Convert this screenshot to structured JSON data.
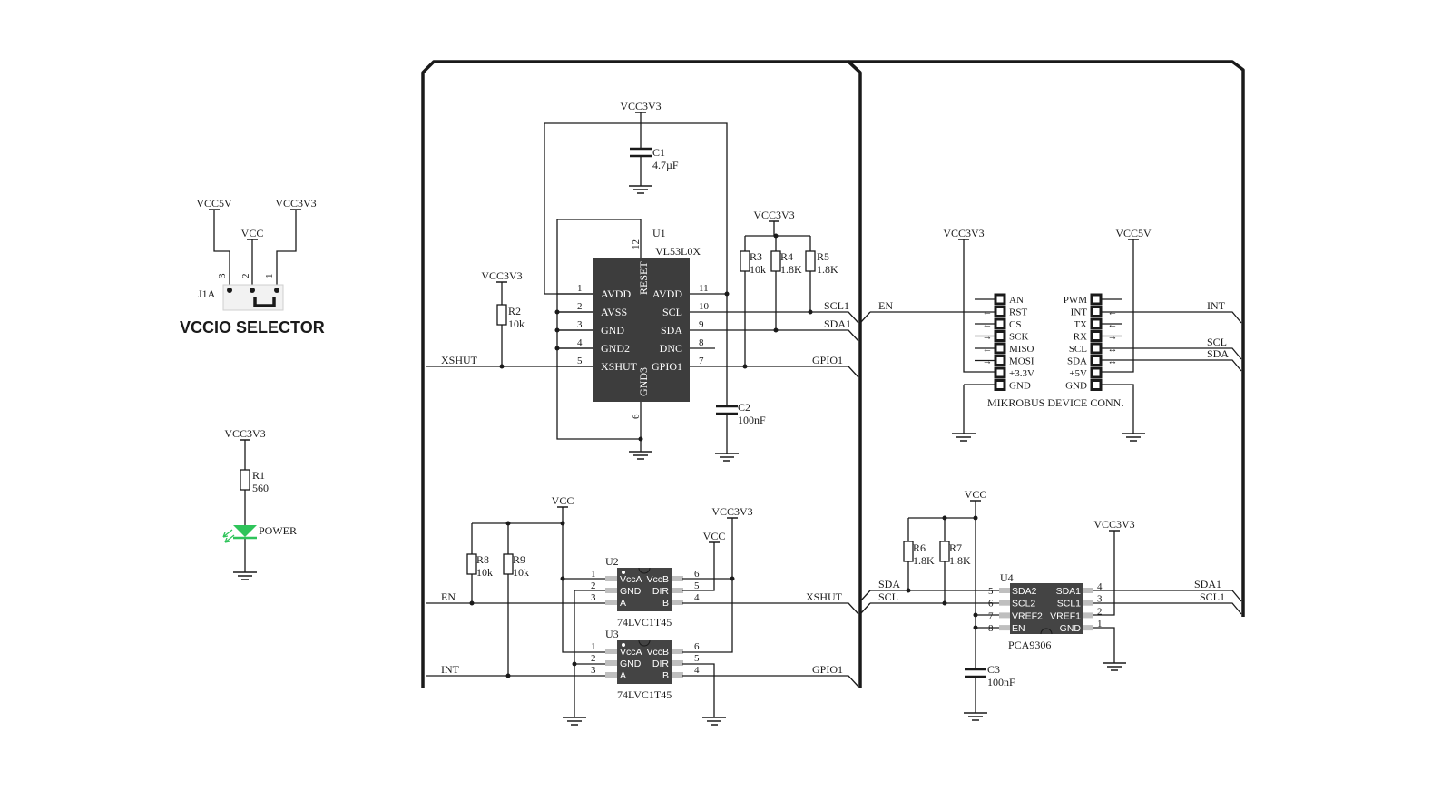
{
  "rails": {
    "vcc5v": "VCC5V",
    "vcc3v3": "VCC3V3",
    "vcc": "VCC"
  },
  "vccio": {
    "title": "VCCIO SELECTOR",
    "ref": "J1A",
    "pins": [
      "3",
      "2",
      "1"
    ]
  },
  "power": {
    "resistor": {
      "ref": "R1",
      "value": "560"
    },
    "led_label": "POWER",
    "led_color": "#2ec45a"
  },
  "sensor": {
    "ref": "U1",
    "part": "VL53L0X",
    "left_pins": [
      {
        "num": "1",
        "name": "AVDD"
      },
      {
        "num": "2",
        "name": "AVSS"
      },
      {
        "num": "3",
        "name": "GND"
      },
      {
        "num": "4",
        "name": "GND2"
      },
      {
        "num": "5",
        "name": "XSHUT"
      }
    ],
    "right_pins": [
      {
        "num": "11",
        "name": "AVDD"
      },
      {
        "num": "10",
        "name": "SCL"
      },
      {
        "num": "9",
        "name": "SDA"
      },
      {
        "num": "8",
        "name": "DNC"
      },
      {
        "num": "7",
        "name": "GPIO1"
      }
    ],
    "top_pin": {
      "num": "12",
      "name": "RESET"
    },
    "bottom_pin": {
      "num": "6",
      "name": "GND3"
    }
  },
  "caps": {
    "c1": {
      "ref": "C1",
      "value": "4.7µF"
    },
    "c2": {
      "ref": "C2",
      "value": "100nF"
    },
    "c3": {
      "ref": "C3",
      "value": "100nF"
    }
  },
  "resistors": {
    "r2": {
      "ref": "R2",
      "value": "10k"
    },
    "r3": {
      "ref": "R3",
      "value": "10k"
    },
    "r4": {
      "ref": "R4",
      "value": "1.8K"
    },
    "r5": {
      "ref": "R5",
      "value": "1.8K"
    },
    "r6": {
      "ref": "R6",
      "value": "1.8K"
    },
    "r7": {
      "ref": "R7",
      "value": "1.8K"
    },
    "r8": {
      "ref": "R8",
      "value": "10k"
    },
    "r9": {
      "ref": "R9",
      "value": "10k"
    }
  },
  "nets": {
    "xshut": "XSHUT",
    "scl1": "SCL1",
    "sda1": "SDA1",
    "gpio1": "GPIO1",
    "en": "EN",
    "int": "INT",
    "scl": "SCL",
    "sda": "SDA"
  },
  "translator": {
    "u2": {
      "ref": "U2",
      "part": "74LVC1T45"
    },
    "u3": {
      "ref": "U3",
      "part": "74LVC1T45"
    },
    "left_pins": [
      {
        "num": "1",
        "name": "VccA"
      },
      {
        "num": "2",
        "name": "GND"
      },
      {
        "num": "3",
        "name": "A"
      }
    ],
    "right_pins": [
      {
        "num": "6",
        "name": "VccB"
      },
      {
        "num": "5",
        "name": "DIR"
      },
      {
        "num": "4",
        "name": "B"
      }
    ]
  },
  "mikrobus": {
    "title": "MIKROBUS DEVICE CONN.",
    "left": [
      "AN",
      "RST",
      "CS",
      "SCK",
      "MISO",
      "MOSI",
      "+3.3V",
      "GND"
    ],
    "right": [
      "PWM",
      "INT",
      "TX",
      "RX",
      "SCL",
      "SDA",
      "+5V",
      "GND"
    ],
    "left_dir": [
      "",
      "←",
      "←",
      "→",
      "←",
      "→",
      "",
      ""
    ],
    "right_dir": [
      "",
      "←",
      "←",
      "→",
      "↔",
      "↔",
      "",
      ""
    ]
  },
  "i2c_buffer": {
    "ref": "U4",
    "part": "PCA9306",
    "left_pins": [
      {
        "num": "5",
        "name": "SDA2"
      },
      {
        "num": "6",
        "name": "SCL2"
      },
      {
        "num": "7",
        "name": "VREF2"
      },
      {
        "num": "8",
        "name": "EN"
      }
    ],
    "right_pins": [
      {
        "num": "4",
        "name": "SDA1"
      },
      {
        "num": "3",
        "name": "SCL1"
      },
      {
        "num": "2",
        "name": "VREF1"
      },
      {
        "num": "1",
        "name": "GND"
      }
    ]
  }
}
